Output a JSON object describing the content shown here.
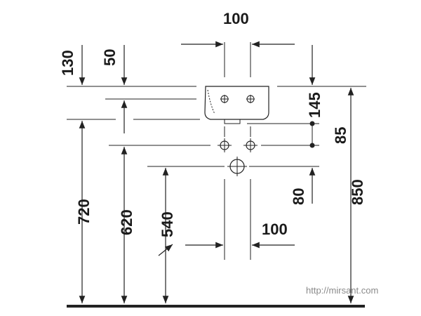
{
  "dimensions": {
    "top_spacing": "100",
    "depth_130": "130",
    "depth_50": "50",
    "height_145": "145",
    "spacing_85": "85",
    "drain_80": "80",
    "total_850": "850",
    "height_720": "720",
    "height_620": "620",
    "height_540": "540",
    "bottom_spacing": "100"
  },
  "watermark": "http://mirsant.com",
  "icons": {
    "outlet_arrow": "diagonal-arrow-icon"
  },
  "colors": {
    "line": "#222222",
    "text": "#1a1a1a",
    "watermark": "#8a8a8a"
  }
}
